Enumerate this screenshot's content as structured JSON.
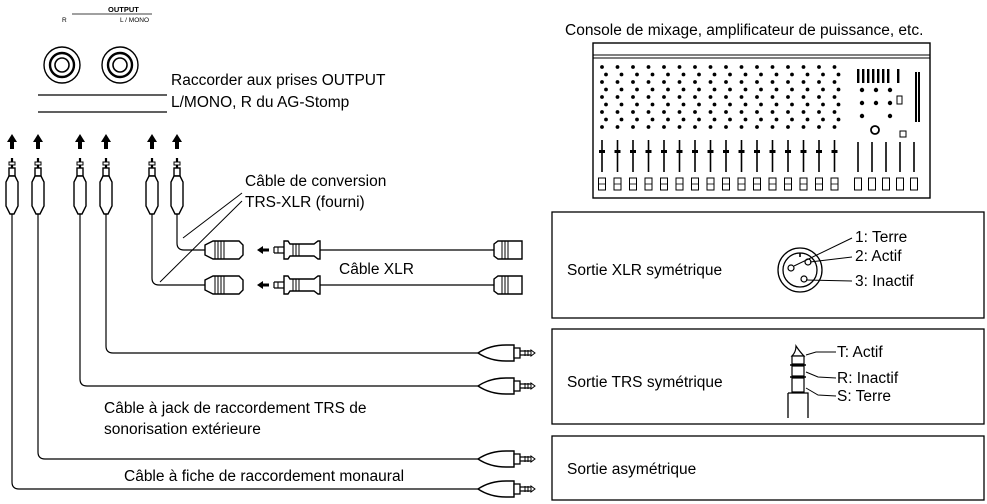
{
  "output_panel": {
    "title": "OUTPUT",
    "label_r": "R",
    "label_lmono": "L / MONO"
  },
  "texts": {
    "connect_outputs_line1": "Raccorder aux prises OUTPUT",
    "connect_outputs_line2": "L/MONO, R du AG-Stomp",
    "mixer_caption": "Console de mixage, amplificateur de puissance, etc.",
    "conversion_cable_line1": "Câble de conversion",
    "conversion_cable_line2": "TRS-XLR (fourni)",
    "xlr_cable": "Câble XLR",
    "trs_cable_line1": "Câble à jack de raccordement TRS de",
    "trs_cable_line2": "sonorisation extérieure",
    "mono_cable": "Câble à fiche de raccordement monaural"
  },
  "boxes": {
    "xlr": {
      "title": "Sortie XLR symétrique",
      "pin1": "1: Terre",
      "pin2": "2: Actif",
      "pin3": "3: Inactif"
    },
    "trs": {
      "title": "Sortie TRS symétrique",
      "tip": "T: Actif",
      "ring": "R: Inactif",
      "sleeve": "S: Terre"
    },
    "unbalanced": {
      "title": "Sortie asymétrique"
    }
  }
}
